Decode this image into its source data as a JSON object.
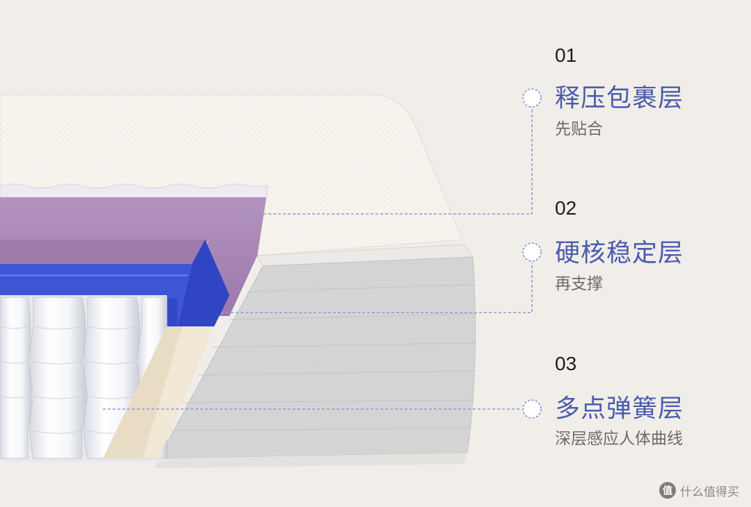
{
  "layers": [
    {
      "number": "01",
      "title": "释压包裹层",
      "desc": "先贴合"
    },
    {
      "number": "02",
      "title": "硬核稳定层",
      "desc": "再支撑"
    },
    {
      "number": "03",
      "title": "多点弹簧层",
      "desc": "深层感应人体曲线"
    }
  ],
  "watermark": {
    "logo_char": "值",
    "text": "什么值得买"
  },
  "colors": {
    "background": "#f1eee9",
    "title": "#4a5cad",
    "foam_purple": "#a887b6",
    "foam_blue": "#3d55d6",
    "callout_line": "#8a9bd0"
  }
}
